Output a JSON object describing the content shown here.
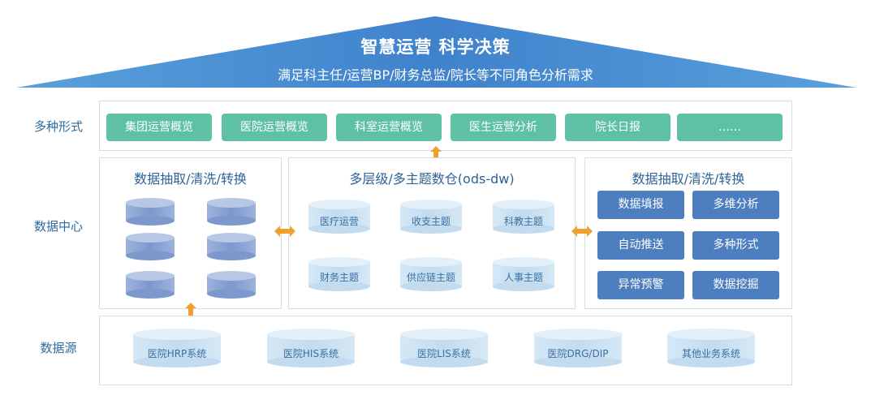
{
  "roof": {
    "title": "智慧运营 科学决策",
    "subtitle": "满足科主任/运营BP/财务总监/院长等不同角色分析需求"
  },
  "rows": {
    "forms_label": "多种形式",
    "center_label": "数据中心",
    "source_label": "数据源"
  },
  "forms": [
    "集团运营概览",
    "医院运营概览",
    "科室运营概览",
    "医生运营分析",
    "院长日报",
    "……"
  ],
  "left_panel": {
    "title": "数据抽取/清洗/转换"
  },
  "mid_panel": {
    "title": "多层级/多主题数仓(ods-dw)",
    "topics": [
      "医疗运营",
      "收支主题",
      "科教主题",
      "财务主题",
      "供应链主题",
      "人事主题"
    ]
  },
  "right_panel": {
    "title": "数据抽取/清洗/转换",
    "buttons": [
      "数据填报",
      "多维分析",
      "自动推送",
      "多种形式",
      "异常预警",
      "数据挖掘"
    ]
  },
  "sources": [
    "医院HRP系统",
    "医院HIS系统",
    "医院LIS系统",
    "医院DRG/DIP",
    "其他业务系统"
  ],
  "colors": {
    "roof": "#4d8cd4",
    "teal": "#5ec1a6",
    "blue_button": "#4d7fc0",
    "arrow": "#f0a030",
    "cylinder_dark": "#8fa9d6",
    "cylinder_light": "#cfe3f2"
  }
}
